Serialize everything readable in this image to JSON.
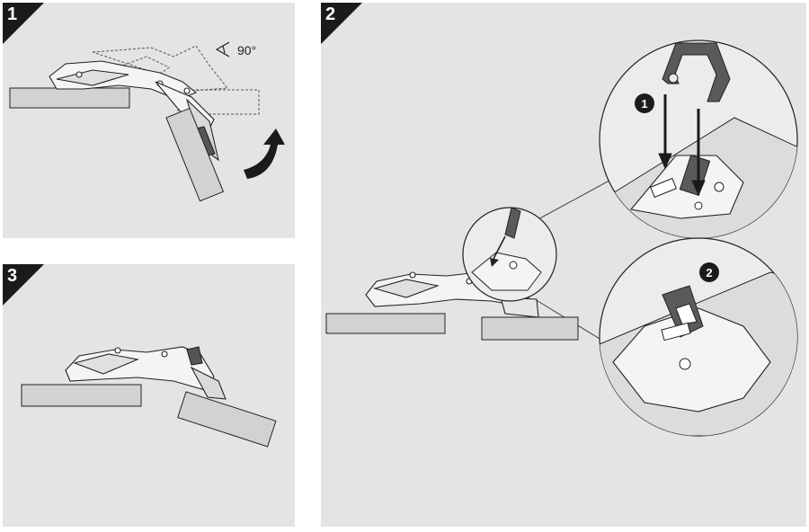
{
  "panels": [
    {
      "step": "1",
      "angle_label": "90°"
    },
    {
      "step": "2",
      "callouts": [
        "1",
        "2"
      ]
    },
    {
      "step": "3"
    }
  ],
  "colors": {
    "panel_bg": "#e4e4e4",
    "badge_bg": "#1b1b1b",
    "panel_board": "#d2d2d2",
    "line": "#222222",
    "clip_dark": "#5a5a5a"
  }
}
